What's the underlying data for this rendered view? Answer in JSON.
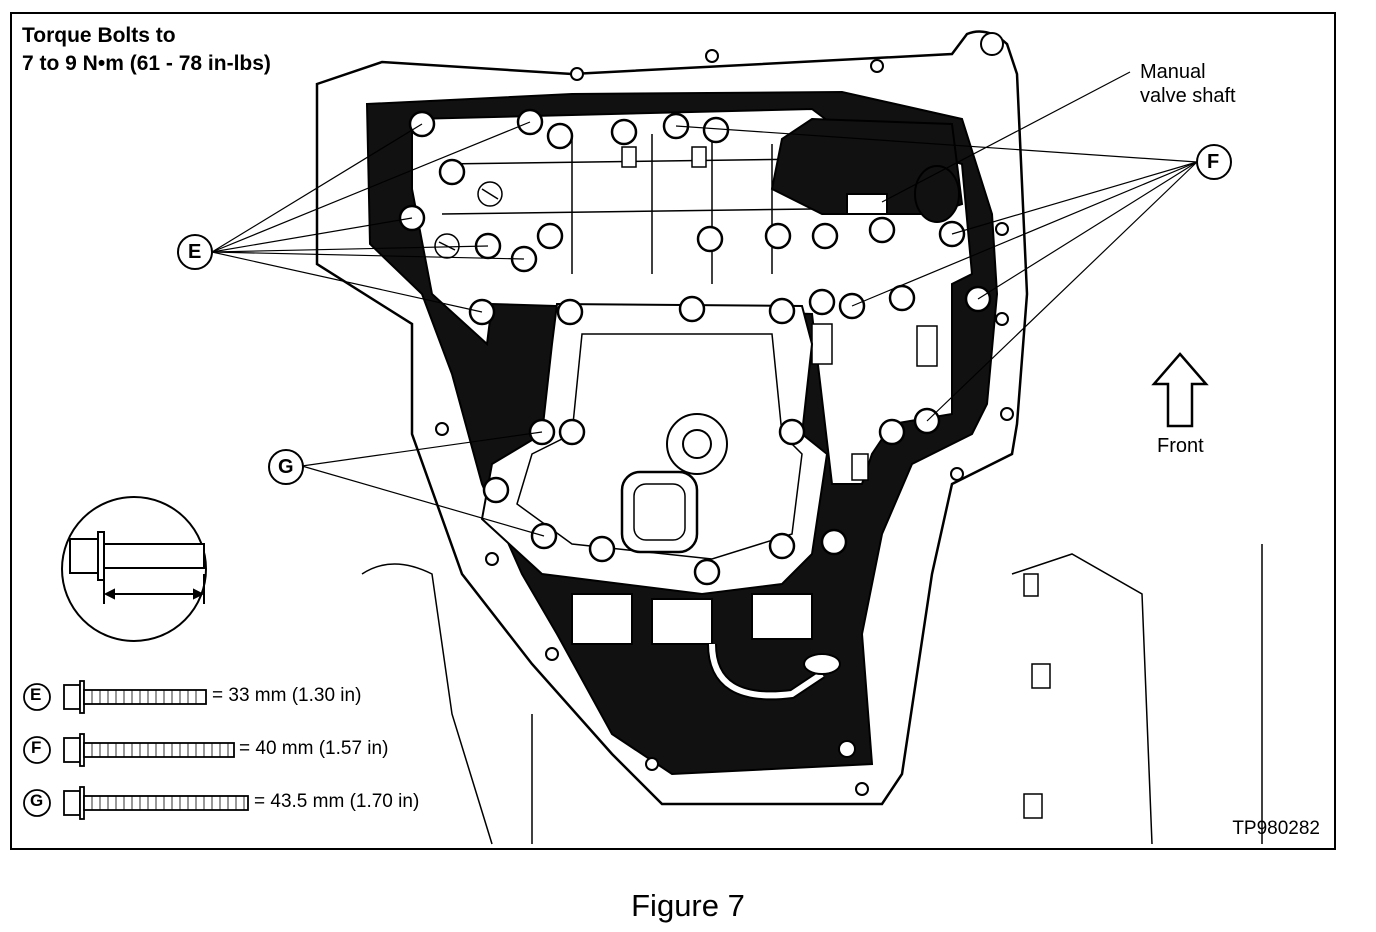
{
  "title_line1": "Torque Bolts to",
  "title_line2": "7 to 9 N•m (61 - 78 in-lbs)",
  "callouts": {
    "manual_valve_line1": "Manual",
    "manual_valve_line2": "valve shaft",
    "front": "Front",
    "E": "E",
    "F": "F",
    "G": "G"
  },
  "legend": [
    {
      "letter": "E",
      "text": "= 33 mm (1.30 in)"
    },
    {
      "letter": "F",
      "text": "= 40 mm (1.57 in)"
    },
    {
      "letter": "G",
      "text": "= 43.5 mm (1.70 in)"
    }
  ],
  "figure_id": "TP980282",
  "caption": "Figure 7",
  "icons": [
    "bolt-icon",
    "front-arrow-icon",
    "bolt-detail-icon"
  ]
}
